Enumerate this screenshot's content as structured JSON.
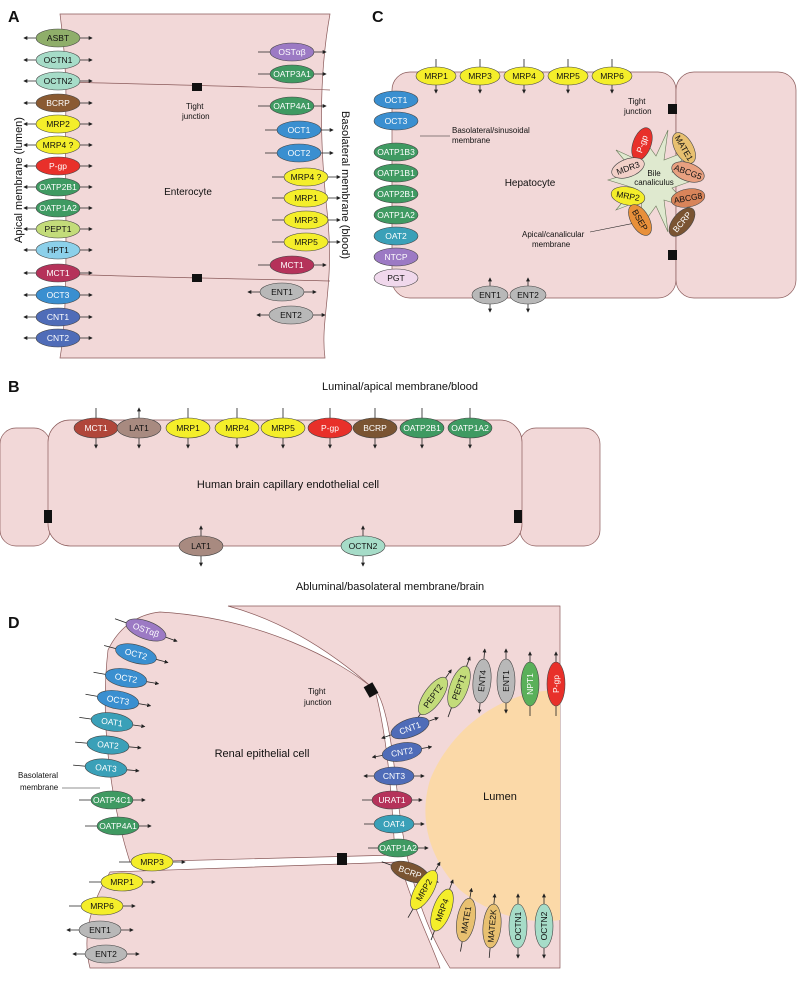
{
  "colors": {
    "cell": "#f2d8d8",
    "lumen": "#fbd9a8",
    "tight_junction": "#111111",
    "canaliculus": "#dfe9cf"
  },
  "panelA": {
    "letter": "A",
    "cell_label": "Enterocyte",
    "apical_label": "Apical membrane (lumen)",
    "basolateral_label": "Basolateral membrane (blood)",
    "tj_label_1": "Tight",
    "tj_label_2": "junction",
    "apical": [
      {
        "name": "ASBT",
        "color": "#8fae6a"
      },
      {
        "name": "OCTN1",
        "color": "#a6dcc8"
      },
      {
        "name": "OCTN2",
        "color": "#a6dcc8"
      },
      {
        "name": "BCRP",
        "color": "#8a5a32"
      },
      {
        "name": "MRP2",
        "color": "#f4ee2a"
      },
      {
        "name": "MRP4 ?",
        "color": "#f4ee2a"
      },
      {
        "name": "P-gp",
        "color": "#e8302a"
      },
      {
        "name": "OATP2B1",
        "color": "#3f9a62"
      },
      {
        "name": "OATP1A2",
        "color": "#3f9a62"
      },
      {
        "name": "PEPT1",
        "color": "#c3dc7a"
      },
      {
        "name": "HPT1",
        "color": "#8cd0ea"
      },
      {
        "name": "MCT1",
        "color": "#b5325a"
      },
      {
        "name": "OCT3",
        "color": "#3a8fd0"
      },
      {
        "name": "CNT1",
        "color": "#4f6cb8"
      },
      {
        "name": "CNT2",
        "color": "#4f6cb8"
      }
    ],
    "basolateral": [
      {
        "name": "OSTαβ",
        "color": "#9c7ac4"
      },
      {
        "name": "OATP3A1",
        "color": "#3f9a62"
      },
      {
        "name": "OATP4A1",
        "color": "#3f9a62"
      },
      {
        "name": "OCT1",
        "color": "#3a8fd0"
      },
      {
        "name": "OCT2",
        "color": "#3a8fd0"
      },
      {
        "name": "MRP4 ?",
        "color": "#f4ee2a"
      },
      {
        "name": "MRP1",
        "color": "#f4ee2a"
      },
      {
        "name": "MRP3",
        "color": "#f4ee2a"
      },
      {
        "name": "MRP5",
        "color": "#f4ee2a"
      },
      {
        "name": "MCT1",
        "color": "#b5325a"
      },
      {
        "name": "ENT1",
        "color": "#b8b8b8"
      },
      {
        "name": "ENT2",
        "color": "#b8b8b8"
      }
    ]
  },
  "panelB": {
    "letter": "B",
    "cell_label": "Human brain capillary endothelial cell",
    "top_label": "Luminal/apical membrane/blood",
    "bottom_label": "Abluminal/basolateral membrane/brain",
    "top": [
      {
        "name": "MCT1",
        "color": "#b0463a"
      },
      {
        "name": "LAT1",
        "color": "#a88a80"
      },
      {
        "name": "MRP1",
        "color": "#f4ee2a"
      },
      {
        "name": "MRP4",
        "color": "#f4ee2a"
      },
      {
        "name": "MRP5",
        "color": "#f4ee2a"
      },
      {
        "name": "P-gp",
        "color": "#e8302a"
      },
      {
        "name": "BCRP",
        "color": "#7a5432"
      },
      {
        "name": "OATP2B1",
        "color": "#3f9a62"
      },
      {
        "name": "OATP1A2",
        "color": "#3f9a62"
      }
    ],
    "bottom": [
      {
        "name": "LAT1",
        "color": "#a88a80"
      },
      {
        "name": "OCTN2",
        "color": "#a6dcc8"
      }
    ]
  },
  "panelC": {
    "letter": "C",
    "cell_label": "Hepatocyte",
    "tj_label_1": "Tight",
    "tj_label_2": "junction",
    "baso_label_1": "Basolateral/sinusoidal",
    "baso_label_2": "membrane",
    "apical_label_1": "Apical/canalicular",
    "apical_label_2": "membrane",
    "canaliculus_1": "Bile",
    "canaliculus_2": "canaliculus",
    "top": [
      {
        "name": "MRP1",
        "color": "#f4ee2a"
      },
      {
        "name": "MRP3",
        "color": "#f4ee2a"
      },
      {
        "name": "MRP4",
        "color": "#f4ee2a"
      },
      {
        "name": "MRP5",
        "color": "#f4ee2a"
      },
      {
        "name": "MRP6",
        "color": "#f4ee2a"
      }
    ],
    "left": [
      {
        "name": "OCT1",
        "color": "#3a8fd0"
      },
      {
        "name": "OCT3",
        "color": "#3a8fd0"
      },
      {
        "name": "OATP1B3",
        "color": "#3f9a62"
      },
      {
        "name": "OATP1B1",
        "color": "#3f9a62"
      },
      {
        "name": "OATP2B1",
        "color": "#3f9a62"
      },
      {
        "name": "OATP1A2",
        "color": "#3f9a62"
      },
      {
        "name": "OAT2",
        "color": "#3aa0b8"
      },
      {
        "name": "NTCP",
        "color": "#9c7ac4"
      },
      {
        "name": "PGT",
        "color": "#f0d8ec"
      }
    ],
    "bottom": [
      {
        "name": "ENT1",
        "color": "#b8b8b8"
      },
      {
        "name": "ENT2",
        "color": "#b8b8b8"
      }
    ],
    "canalicular": [
      {
        "name": "P-gp",
        "color": "#e8302a"
      },
      {
        "name": "MDR3",
        "color": "#f2d0c8"
      },
      {
        "name": "MRP2",
        "color": "#f4ee2a"
      },
      {
        "name": "BSEP",
        "color": "#e8903a"
      },
      {
        "name": "MATE1",
        "color": "#e8c070"
      },
      {
        "name": "ABCG5",
        "color": "#e8a080"
      },
      {
        "name": "ABCG8",
        "color": "#d8845a"
      },
      {
        "name": "BCRP",
        "color": "#7a5432"
      }
    ]
  },
  "panelD": {
    "letter": "D",
    "cell_label": "Renal epithelial cell",
    "lumen_label": "Lumen",
    "tj_label_1": "Tight",
    "tj_label_2": "junction",
    "baso_label_1": "Basolateral",
    "baso_label_2": "membrane",
    "basolateral": [
      {
        "name": "OSTαβ",
        "color": "#9c7ac4"
      },
      {
        "name": "OCT2",
        "color": "#3a8fd0"
      },
      {
        "name": "OCT2",
        "color": "#3a8fd0"
      },
      {
        "name": "OCT3",
        "color": "#3a8fd0"
      },
      {
        "name": "OAT1",
        "color": "#3aa0b8"
      },
      {
        "name": "OAT2",
        "color": "#3aa0b8"
      },
      {
        "name": "OAT3",
        "color": "#3aa0b8"
      },
      {
        "name": "OATP4C1",
        "color": "#3f9a62"
      },
      {
        "name": "OATP4A1",
        "color": "#3f9a62"
      }
    ],
    "lower": [
      {
        "name": "MRP3",
        "color": "#f4ee2a"
      },
      {
        "name": "MRP1",
        "color": "#f4ee2a"
      },
      {
        "name": "MRP6",
        "color": "#f4ee2a"
      },
      {
        "name": "ENT1",
        "color": "#b8b8b8"
      },
      {
        "name": "ENT2",
        "color": "#b8b8b8"
      }
    ],
    "apical_top": [
      {
        "name": "PEPT2",
        "color": "#c3dc7a"
      },
      {
        "name": "PEPT1",
        "color": "#c3dc7a"
      },
      {
        "name": "ENT4",
        "color": "#b8b8b8"
      },
      {
        "name": "ENT1",
        "color": "#b8b8b8"
      },
      {
        "name": "NPT1",
        "color": "#5ab05a"
      },
      {
        "name": "P-gp",
        "color": "#e8302a"
      }
    ],
    "apical_left": [
      {
        "name": "CNT1",
        "color": "#4f6cb8"
      },
      {
        "name": "CNT2",
        "color": "#4f6cb8"
      },
      {
        "name": "CNT3",
        "color": "#4f6cb8"
      },
      {
        "name": "URAT1",
        "color": "#b5325a"
      },
      {
        "name": "OAT4",
        "color": "#3aa0b8"
      },
      {
        "name": "OATP1A2",
        "color": "#3f9a62"
      },
      {
        "name": "BCRP",
        "color": "#7a5432"
      }
    ],
    "apical_bottom": [
      {
        "name": "MRP2",
        "color": "#f4ee2a"
      },
      {
        "name": "MRP4",
        "color": "#f4ee2a"
      },
      {
        "name": "MATE1",
        "color": "#e8c070"
      },
      {
        "name": "MATE2K",
        "color": "#e8c070"
      },
      {
        "name": "OCTN1",
        "color": "#a6dcc8"
      },
      {
        "name": "OCTN2",
        "color": "#a6dcc8"
      }
    ]
  }
}
